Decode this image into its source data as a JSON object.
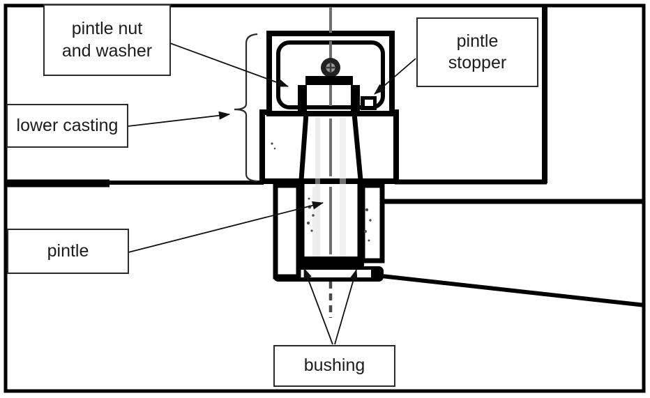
{
  "diagram": {
    "kind": "technical cross-section callout diagram",
    "labels": {
      "pintle_nut_washer": "pintle nut\nand washer",
      "pintle_stopper": "pintle\nstopper",
      "lower_casting": "lower casting",
      "pintle": "pintle",
      "bushing": "bushing"
    },
    "colors": {
      "line": "#000000",
      "box_border": "#2b2b2b",
      "text": "#1c1c1c",
      "centerline": "#6f6f6f",
      "background": "#ffffff"
    }
  }
}
